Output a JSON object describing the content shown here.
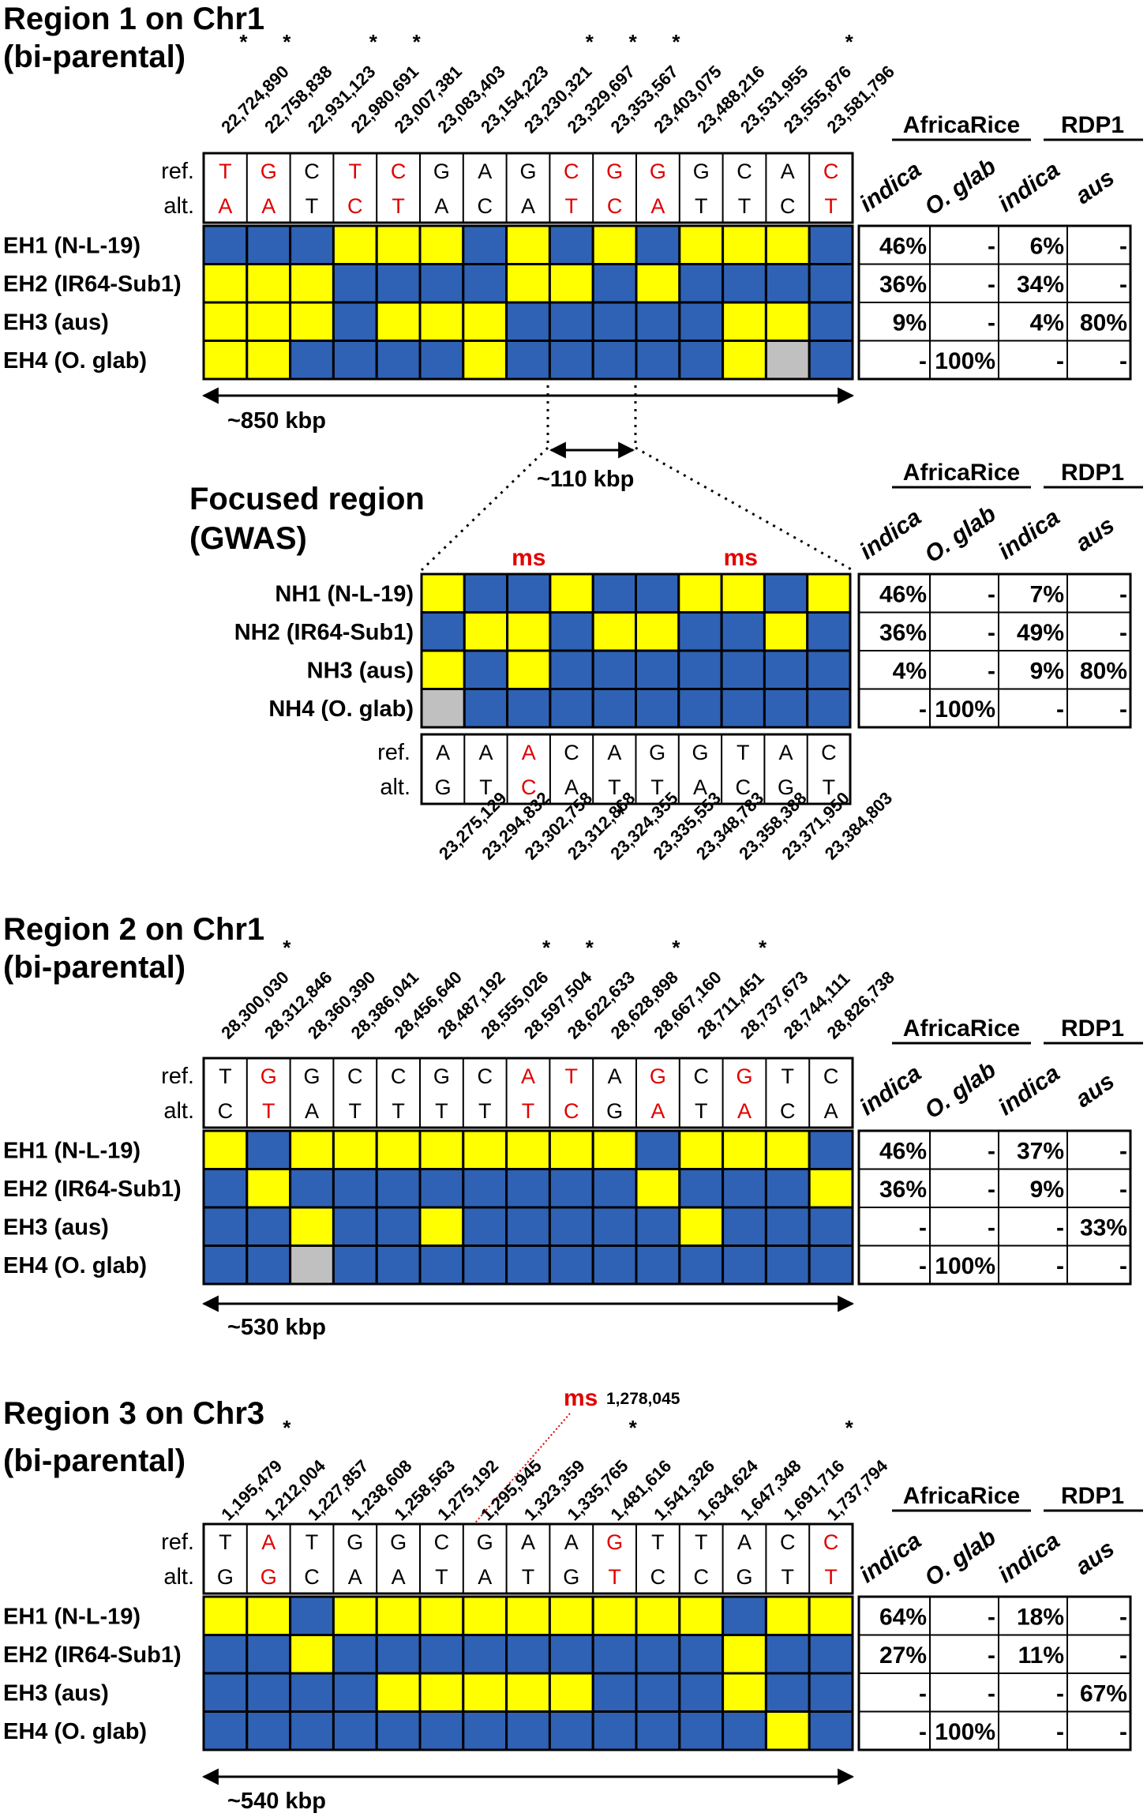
{
  "colors": {
    "ref_color": "#2f62b5",
    "alt_color": "#ffff00",
    "missing_color": "#c0c0c0",
    "highlight": "#e00000",
    "text": "#000000"
  },
  "legend": {
    "asterisk": "*"
  },
  "pop_headers": {
    "group1": "AfricaRice",
    "group2": "RDP1",
    "cols": [
      "indica",
      "O. glab",
      "indica",
      "aus"
    ]
  },
  "row_labels": {
    "ref": "ref.",
    "alt": "alt."
  },
  "region1": {
    "title1": "Region 1 on Chr1",
    "title2": "(bi-parental)",
    "positions": [
      "22,724,890",
      "22,758,838",
      "22,931,123",
      "22,980,691",
      "23,007,381",
      "23,083,403",
      "23,154,223",
      "23,230,321",
      "23,329,697",
      "23,353,567",
      "23,403,075",
      "23,488,216",
      "23,531,955",
      "23,555,876",
      "23,581,796"
    ],
    "starred": [
      true,
      true,
      false,
      true,
      true,
      false,
      false,
      false,
      true,
      true,
      true,
      false,
      false,
      false,
      true
    ],
    "ref": [
      "T",
      "G",
      "C",
      "T",
      "C",
      "G",
      "A",
      "G",
      "C",
      "G",
      "G",
      "G",
      "C",
      "A",
      "C"
    ],
    "alt": [
      "A",
      "A",
      "T",
      "C",
      "T",
      "A",
      "C",
      "A",
      "T",
      "C",
      "A",
      "T",
      "T",
      "C",
      "T"
    ],
    "red": [
      true,
      true,
      false,
      true,
      true,
      false,
      false,
      false,
      true,
      true,
      true,
      false,
      false,
      false,
      true
    ],
    "haplotypes": [
      {
        "label": "EH1 (N-L-19)",
        "cells": "BBBYYYBYBYBYYYB",
        "freqs": [
          "46%",
          "-",
          "6%",
          "-"
        ]
      },
      {
        "label": "EH2 (IR64-Sub1)",
        "cells": "YYYBBBBYYBYBBBB",
        "freqs": [
          "36%",
          "-",
          "34%",
          "-"
        ]
      },
      {
        "label": "EH3 (aus)",
        "cells": "YYYBYYYBBBBBYYB",
        "freqs": [
          "9%",
          "-",
          "4%",
          "80%"
        ]
      },
      {
        "label": "EH4 (O. glab)",
        "cells": "YYBBBBYBBBBBYGB",
        "freqs": [
          "-",
          "100%",
          "-",
          "-"
        ]
      }
    ],
    "span": "~850 kbp"
  },
  "focused": {
    "title1": "Focused region",
    "title2": "(GWAS)",
    "span": "~110 kbp",
    "ms_label": "ms",
    "positions": [
      "23,275,129",
      "23,294,832",
      "23,302,758",
      "23,312,868",
      "23,324,355",
      "23,335,553",
      "23,348,783",
      "23,358,388",
      "23,371,950",
      "23,384,803"
    ],
    "starred": [
      false,
      false,
      true,
      false,
      false,
      false,
      false,
      false,
      false,
      false
    ],
    "ref": [
      "A",
      "A",
      "A",
      "C",
      "A",
      "G",
      "G",
      "T",
      "A",
      "C"
    ],
    "alt": [
      "G",
      "T",
      "C",
      "A",
      "T",
      "T",
      "A",
      "C",
      "G",
      "T"
    ],
    "red": [
      false,
      false,
      true,
      false,
      false,
      false,
      false,
      false,
      false,
      false
    ],
    "haplotypes": [
      {
        "label": "NH1 (N-L-19)",
        "cells": "YBBYBBYYBY",
        "freqs": [
          "46%",
          "-",
          "7%",
          "-"
        ]
      },
      {
        "label": "NH2 (IR64-Sub1)",
        "cells": "BYYBYYBBYB",
        "freqs": [
          "36%",
          "-",
          "49%",
          "-"
        ]
      },
      {
        "label": "NH3 (aus)",
        "cells": "YBYBBBBBBB",
        "freqs": [
          "4%",
          "-",
          "9%",
          "80%"
        ]
      },
      {
        "label": "NH4 (O. glab)",
        "cells": "GBBBBBBBBB",
        "freqs": [
          "-",
          "100%",
          "-",
          "-"
        ]
      }
    ]
  },
  "region2": {
    "title1": "Region 2 on Chr1",
    "title2": "(bi-parental)",
    "positions": [
      "28,300,030",
      "28,312,846",
      "28,360,390",
      "28,386,041",
      "28,456,640",
      "28,487,192",
      "28,555,026",
      "28,597,504",
      "28,622,633",
      "28,628,898",
      "28,667,160",
      "28,711,451",
      "28,737,673",
      "28,744,111",
      "28,826,738"
    ],
    "starred": [
      false,
      true,
      false,
      false,
      false,
      false,
      false,
      true,
      true,
      false,
      true,
      false,
      true,
      false,
      false
    ],
    "ref": [
      "T",
      "G",
      "G",
      "C",
      "C",
      "G",
      "C",
      "A",
      "T",
      "A",
      "G",
      "C",
      "G",
      "T",
      "C"
    ],
    "alt": [
      "C",
      "T",
      "A",
      "T",
      "T",
      "T",
      "T",
      "T",
      "C",
      "G",
      "A",
      "T",
      "A",
      "C",
      "A"
    ],
    "red": [
      false,
      true,
      false,
      false,
      false,
      false,
      false,
      true,
      true,
      false,
      true,
      false,
      true,
      false,
      false
    ],
    "haplotypes": [
      {
        "label": "EH1 (N-L-19)",
        "cells": "YBYYYYYYYYBYYYB",
        "freqs": [
          "46%",
          "-",
          "37%",
          "-"
        ]
      },
      {
        "label": "EH2 (IR64-Sub1)",
        "cells": "BYBBBBBBBBYBBBY",
        "freqs": [
          "36%",
          "-",
          "9%",
          "-"
        ]
      },
      {
        "label": "EH3 (aus)",
        "cells": "BBYBBYBBBBBYBBB",
        "freqs": [
          "-",
          "-",
          "-",
          "33%"
        ]
      },
      {
        "label": "EH4 (O. glab)",
        "cells": "BBGBBBBBBBBBBBB",
        "freqs": [
          "-",
          "100%",
          "-",
          "-"
        ]
      }
    ],
    "span": "~530 kbp"
  },
  "region3": {
    "title1": "Region 3 on Chr3",
    "title2": "(bi-parental)",
    "ms_label": "ms",
    "ms_position": "1,278,045",
    "positions": [
      "1,195,479",
      "1,212,004",
      "1,227,857",
      "1,238,608",
      "1,258,563",
      "1,275,192",
      "1,295,945",
      "1,323,359",
      "1,335,765",
      "1,481,616",
      "1,541,326",
      "1,634,624",
      "1,647,348",
      "1,691,716",
      "1,737,794"
    ],
    "starred": [
      false,
      true,
      false,
      false,
      false,
      false,
      false,
      false,
      false,
      true,
      false,
      false,
      false,
      false,
      true
    ],
    "ref": [
      "T",
      "A",
      "T",
      "G",
      "G",
      "C",
      "G",
      "A",
      "A",
      "G",
      "T",
      "T",
      "A",
      "C",
      "C"
    ],
    "alt": [
      "G",
      "G",
      "C",
      "A",
      "A",
      "T",
      "A",
      "T",
      "G",
      "T",
      "C",
      "C",
      "G",
      "T",
      "T"
    ],
    "red": [
      false,
      true,
      false,
      false,
      false,
      false,
      false,
      false,
      false,
      true,
      false,
      false,
      false,
      false,
      true
    ],
    "haplotypes": [
      {
        "label": "EH1 (N-L-19)",
        "cells": "YYBYYYYYYYYYBYY",
        "freqs": [
          "64%",
          "-",
          "18%",
          "-"
        ]
      },
      {
        "label": "EH2 (IR64-Sub1)",
        "cells": "BBYBBBBBBBBBYBB",
        "freqs": [
          "27%",
          "-",
          "11%",
          "-"
        ]
      },
      {
        "label": "EH3 (aus)",
        "cells": "BBBBYYYYYBBBYBB",
        "freqs": [
          "-",
          "-",
          "-",
          "67%"
        ]
      },
      {
        "label": "EH4 (O. glab)",
        "cells": "BBBBBBBBBBBBBYB",
        "freqs": [
          "-",
          "100%",
          "-",
          "-"
        ]
      }
    ],
    "span": "~540 kbp"
  }
}
